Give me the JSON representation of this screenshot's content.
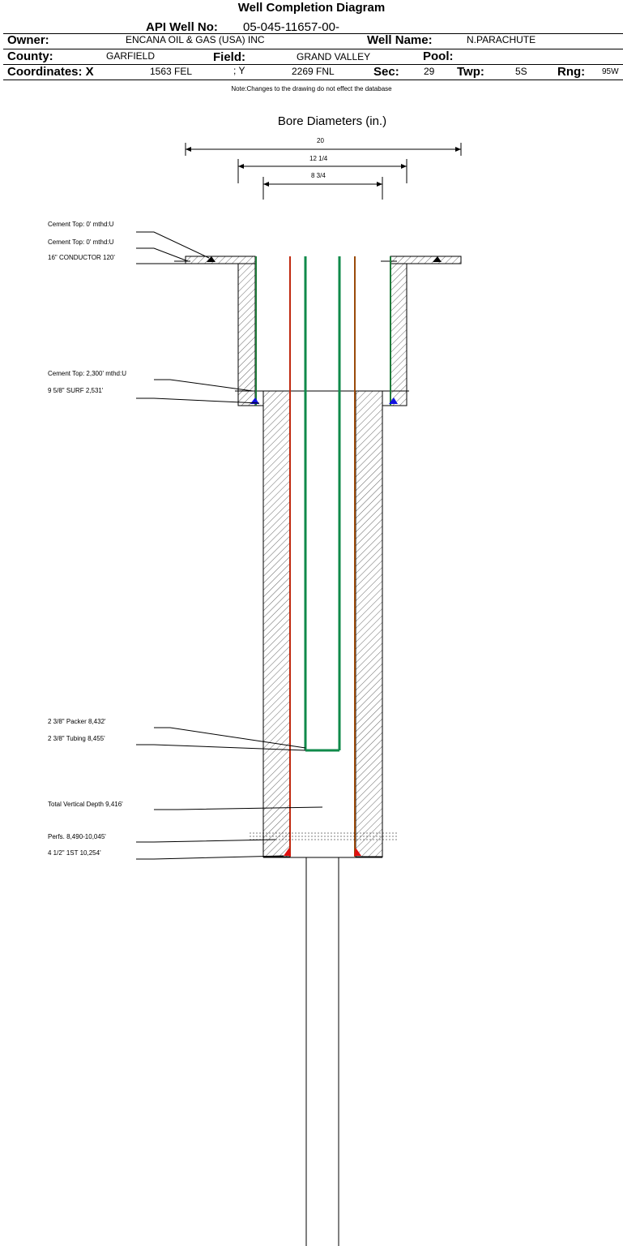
{
  "header": {
    "title": "Well Completion Diagram",
    "api_label": "API Well No:",
    "api_value": "05-045-11657-00-",
    "owner_label": "Owner:",
    "owner_value": "ENCANA OIL & GAS (USA) INC",
    "wellname_label": "Well Name:",
    "wellname_value": "N.PARACHUTE",
    "county_label": "County:",
    "county_value": "GARFIELD",
    "field_label": "Field:",
    "field_value": "GRAND VALLEY",
    "pool_label": "Pool:",
    "pool_value": "",
    "coord_label": "Coordinates: X",
    "coord_x": "1563 FEL",
    "coord_y_label": "; Y",
    "coord_y": "2269 FNL",
    "sec_label": "Sec:",
    "sec_value": "29",
    "twp_label": "Twp:",
    "twp_value": "5S",
    "rng_label": "Rng:",
    "rng_value": "95W",
    "note": "Note:Changes to the drawing do not effect the database"
  },
  "bore": {
    "title": "Bore Diameters (in.)",
    "dims": [
      "20",
      "12 1/4",
      "8 3/4"
    ]
  },
  "annotations": {
    "cement_top_1": "Cement Top: 0' mthd:U",
    "cement_top_2": "Cement Top: 0' mthd:U",
    "conductor": "16\" CONDUCTOR  120'",
    "cement_top_3": "Cement Top: 2,300' mthd:U",
    "surf_casing": "9 5/8\" SURF       2,531'",
    "packer": "2 3/8\" Packer 8,432'",
    "tubing": "2 3/8\" Tubing 8,455'",
    "tvd": "Total Vertical Depth 9,416'",
    "perfs": "Perfs. 8,490-10,045'",
    "production": "4 1/2\" 1ST        10,254'"
  },
  "colors": {
    "surface_casing": "#1f7a3a",
    "production_casing_left": "#c0290f",
    "production_casing_right": "#9a4a0a",
    "tubing": "#0f8a4a",
    "cement_marker_blue": "#1010e0",
    "cement_marker_red": "#e01010"
  }
}
